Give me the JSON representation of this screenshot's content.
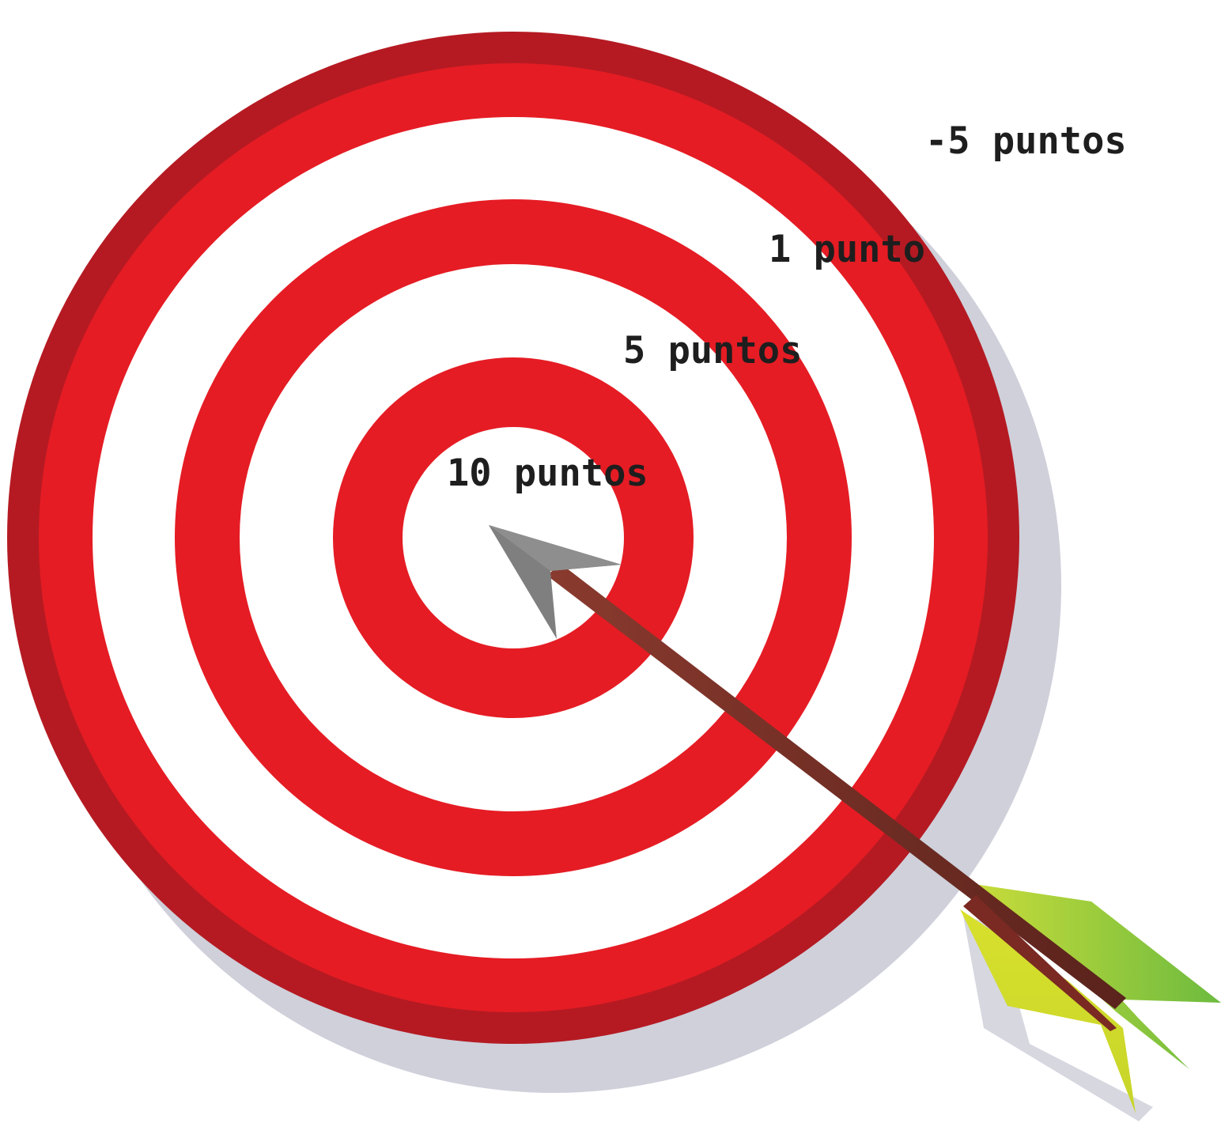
{
  "labels": {
    "outer": "-5 puntos",
    "ring_1": "1 punto",
    "ring_5": "5 puntos",
    "bullseye": "10 puntos"
  },
  "colors": {
    "red": "#e51c24",
    "dark_red": "#b51a22",
    "white": "#ffffff",
    "shadow": "#cfd0da",
    "arrowhead": "#7f7f7f",
    "shaft": "#6b2a22",
    "fletching_green": "#7cc242",
    "fletching_yellow": "#d9df2b",
    "label_text": "#1e1e1e"
  },
  "icons": {
    "target": "archery-target-icon",
    "arrow": "arrow-icon"
  }
}
